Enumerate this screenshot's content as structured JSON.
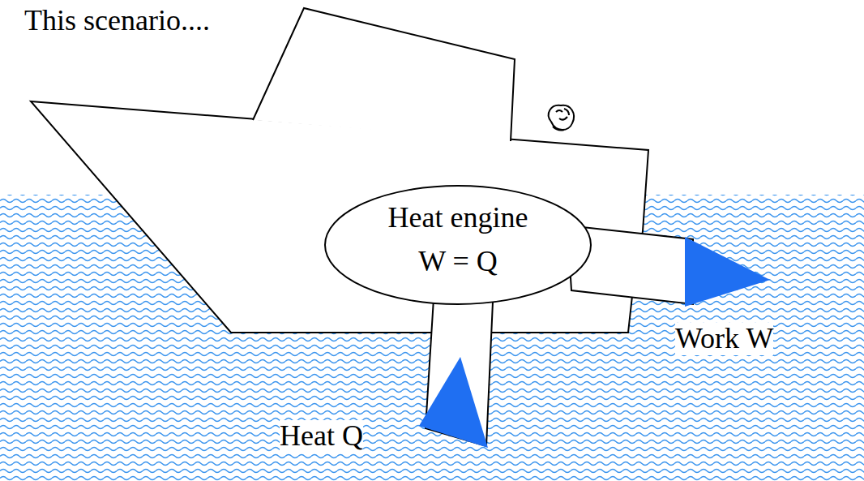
{
  "diagram": {
    "title": "This scenario....",
    "nodes": [
      {
        "text": [
          "Heat engine",
          "W = Q"
        ]
      }
    ],
    "labels": [
      "Work W",
      "Heat Q"
    ]
  }
}
